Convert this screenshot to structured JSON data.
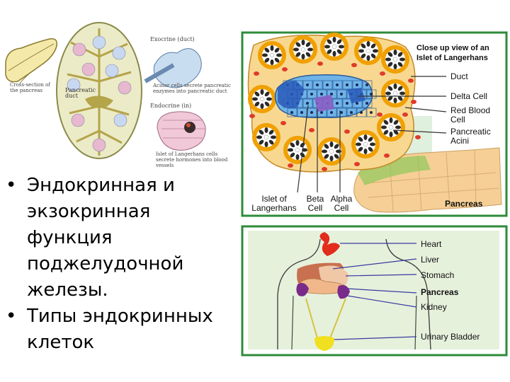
{
  "bullets": [
    "Эндокринная и экзокринная функция поджелудочной железы.",
    "Типы эндокринных клеток"
  ],
  "left_figure": {
    "caption_cross_section": "Cross-section of the pancreas",
    "duct_label": "Pancreatic duct",
    "exocrine_title": "Exocrine (duct)",
    "exocrine_caption": "Acinar cells secrete pancreatic enzymes into pancreatic duct",
    "endocrine_title": "Endocrine (in)",
    "endocrine_caption": "Islet of Langerhans cells secrete hormones into blood vessels"
  },
  "islet_figure": {
    "title": "Close up view of an Islet of Langerhans",
    "labels_right": [
      "Duct",
      "Delta Cell",
      "Red Blood Cell",
      "Pancreatic Acini"
    ],
    "labels_bottom": [
      "Islet of Langerhans",
      "Beta Cell",
      "Alpha Cell"
    ],
    "pancreas_label": "Pancreas"
  },
  "body_figure": {
    "organs": [
      "Heart",
      "Liver",
      "Stomach",
      "Pancreas",
      "Kidney",
      "Urinary Bladder"
    ]
  },
  "colors": {
    "frame_green": "#2e8b3a",
    "acini_orange": "#f0a000",
    "islet_blue": "#6fb4e8",
    "delta_purple": "#8a5fc4",
    "rbc_red": "#e03a2a",
    "pancreas_tan": "#f5cf96"
  }
}
